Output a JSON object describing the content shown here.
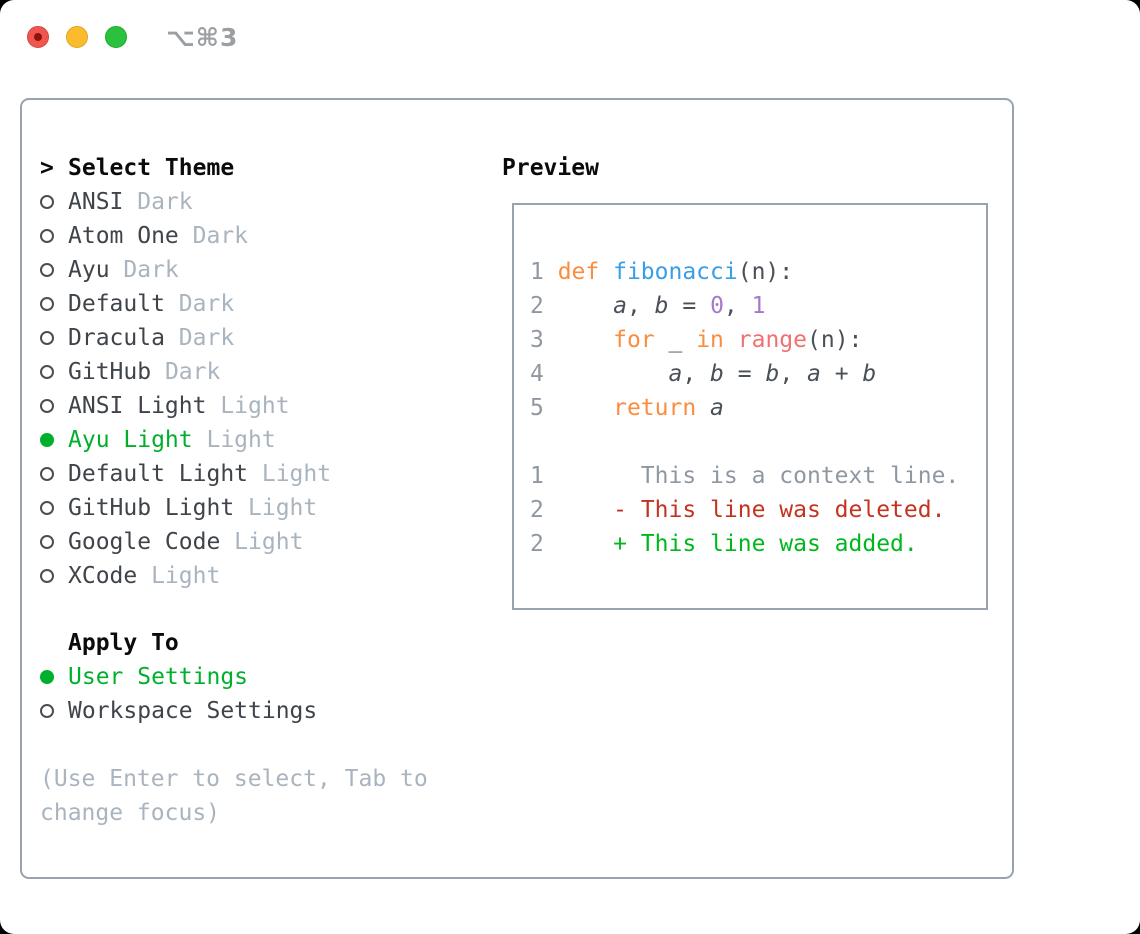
{
  "window": {
    "title": "⌥⌘3"
  },
  "traffic_lights": [
    {
      "name": "close-button"
    },
    {
      "name": "minimize-button"
    },
    {
      "name": "zoom-button"
    }
  ],
  "theme_panel": {
    "prompt_marker": ">",
    "title": "Select Theme",
    "themes": [
      {
        "name": "ANSI",
        "variant": "Dark",
        "selected": false
      },
      {
        "name": "Atom One",
        "variant": "Dark",
        "selected": false
      },
      {
        "name": "Ayu",
        "variant": "Dark",
        "selected": false
      },
      {
        "name": "Default",
        "variant": "Dark",
        "selected": false
      },
      {
        "name": "Dracula",
        "variant": "Dark",
        "selected": false
      },
      {
        "name": "GitHub",
        "variant": "Dark",
        "selected": false
      },
      {
        "name": "ANSI Light",
        "variant": "Light",
        "selected": false
      },
      {
        "name": "Ayu Light",
        "variant": "Light",
        "selected": true
      },
      {
        "name": "Default Light",
        "variant": "Light",
        "selected": false
      },
      {
        "name": "GitHub Light",
        "variant": "Light",
        "selected": false
      },
      {
        "name": "Google Code",
        "variant": "Light",
        "selected": false
      },
      {
        "name": "XCode",
        "variant": "Light",
        "selected": false
      }
    ],
    "apply_to": {
      "title": "Apply To",
      "options": [
        {
          "name": "User Settings",
          "selected": true
        },
        {
          "name": "Workspace Settings",
          "selected": false
        }
      ]
    },
    "hint": "(Use Enter to select, Tab to change focus)"
  },
  "preview": {
    "title": "Preview",
    "lines": [
      {
        "segments": [
          {
            "t": "1 ",
            "c": "lineno"
          },
          {
            "t": "def ",
            "c": "keyword"
          },
          {
            "t": "fibonacci",
            "c": "function"
          },
          {
            "t": "(n):",
            "c": "plain"
          }
        ]
      },
      {
        "segments": [
          {
            "t": "2 ",
            "c": "lineno"
          },
          {
            "t": "    ",
            "c": "plain"
          },
          {
            "t": "a",
            "c": "plain",
            "i": true
          },
          {
            "t": ", ",
            "c": "plain"
          },
          {
            "t": "b",
            "c": "plain",
            "i": true
          },
          {
            "t": " = ",
            "c": "plain"
          },
          {
            "t": "0",
            "c": "number"
          },
          {
            "t": ", ",
            "c": "plain"
          },
          {
            "t": "1",
            "c": "number"
          }
        ]
      },
      {
        "segments": [
          {
            "t": "3 ",
            "c": "lineno"
          },
          {
            "t": "    ",
            "c": "plain"
          },
          {
            "t": "for",
            "c": "keyword"
          },
          {
            "t": " _ ",
            "c": "plain"
          },
          {
            "t": "in",
            "c": "keyword"
          },
          {
            "t": " ",
            "c": "plain"
          },
          {
            "t": "range",
            "c": "special"
          },
          {
            "t": "(n):",
            "c": "plain"
          }
        ]
      },
      {
        "segments": [
          {
            "t": "4 ",
            "c": "lineno"
          },
          {
            "t": "        ",
            "c": "plain"
          },
          {
            "t": "a",
            "c": "plain",
            "i": true
          },
          {
            "t": ", ",
            "c": "plain"
          },
          {
            "t": "b",
            "c": "plain",
            "i": true
          },
          {
            "t": " = ",
            "c": "plain"
          },
          {
            "t": "b",
            "c": "plain",
            "i": true
          },
          {
            "t": ", ",
            "c": "plain"
          },
          {
            "t": "a",
            "c": "plain",
            "i": true
          },
          {
            "t": " + ",
            "c": "plain"
          },
          {
            "t": "b",
            "c": "plain",
            "i": true
          }
        ]
      },
      {
        "segments": [
          {
            "t": "5 ",
            "c": "lineno"
          },
          {
            "t": "    ",
            "c": "plain"
          },
          {
            "t": "return ",
            "c": "keyword"
          },
          {
            "t": "a",
            "c": "plain",
            "i": true
          }
        ]
      },
      {
        "segments": []
      },
      {
        "segments": [
          {
            "t": "1",
            "c": "lineno"
          },
          {
            "t": "       This is a context line.",
            "c": "context"
          }
        ]
      },
      {
        "segments": [
          {
            "t": "2",
            "c": "lineno"
          },
          {
            "t": "     ",
            "c": "plain"
          },
          {
            "t": "- This line was deleted.",
            "c": "deleted"
          }
        ]
      },
      {
        "segments": [
          {
            "t": "2",
            "c": "lineno"
          },
          {
            "t": "     ",
            "c": "plain"
          },
          {
            "t": "+ This line was added.",
            "c": "added"
          }
        ]
      }
    ]
  },
  "colors": {
    "accent_green": "#00b02d",
    "heading_text": "#0b0b0b",
    "item_text": "#3f444a",
    "variant_text": "#a9b4bf",
    "hint_text": "#a9b4bf",
    "border": "#9aa3ad",
    "titlebar_text": "#9b9fa3",
    "traffic_red": "#f0564f",
    "traffic_red_dot": "#8c150b",
    "traffic_yellow": "#fcbb2d",
    "traffic_green": "#2bc03d",
    "syntax": {
      "lineno": "#8f98a2",
      "plain": "#4a5057",
      "keyword": "#fa8d3e",
      "function": "#399ee6",
      "special": "#f07171",
      "number": "#a37acc",
      "context": "#8f98a2",
      "deleted": "#c33420",
      "added": "#00b81e"
    }
  }
}
